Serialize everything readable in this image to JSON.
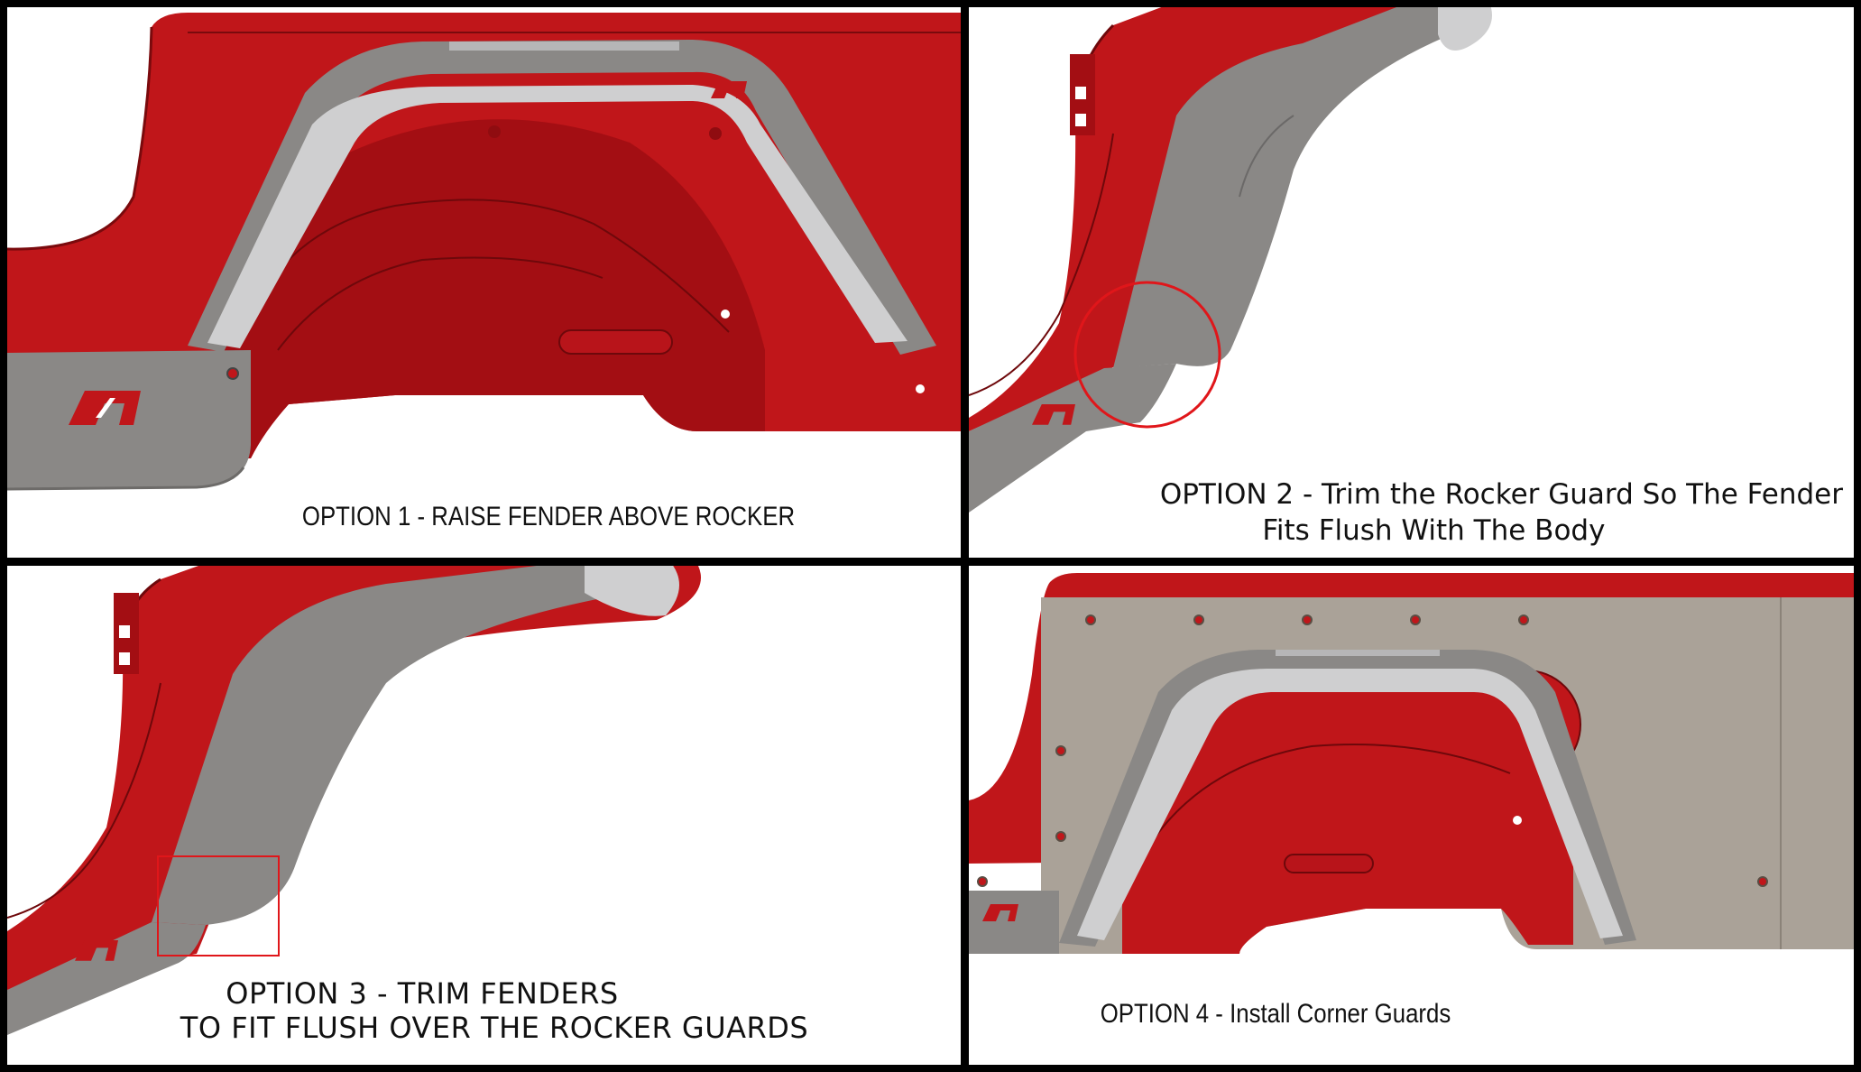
{
  "panels": [
    {
      "id": "option-1",
      "caption_lines": [
        "OPTION 1 - RAISE FENDER ABOVE ROCKER"
      ]
    },
    {
      "id": "option-2",
      "caption_lines": [
        "OPTION 2 - Trim the Rocker Guard So The Fender",
        "Fits Flush With The Body"
      ]
    },
    {
      "id": "option-3",
      "caption_lines": [
        "OPTION 3 - TRIM FENDERS",
        "TO FIT FLUSH OVER THE ROCKER GUARDS"
      ]
    },
    {
      "id": "option-4",
      "caption_lines": [
        "OPTION 4 - Install Corner Guards"
      ]
    }
  ],
  "colors": {
    "body_red": "#c0161a",
    "body_red_dark": "#8f0c10",
    "fender_gray": "#8a8886",
    "fender_light": "#cfcfd0",
    "corner_guard_tan": "#aaa298",
    "highlight_red": "#e0161a",
    "divider": "#000000"
  },
  "icons": [
    "brand-logo-icon"
  ]
}
